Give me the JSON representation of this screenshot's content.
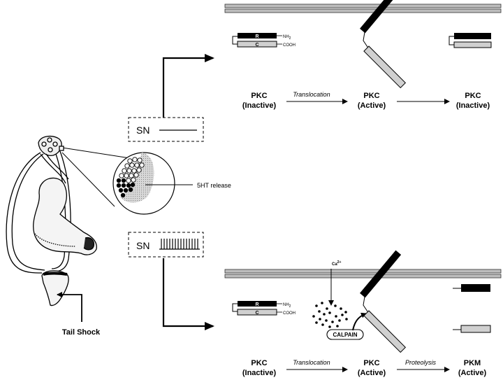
{
  "top_panel": {
    "stage1": {
      "line1": "PKC",
      "line2": "(Inactive)"
    },
    "stage2": {
      "line1": "PKC",
      "line2": "(Active)"
    },
    "stage3": {
      "line1": "PKC",
      "line2": "(Inactive)"
    },
    "arrow1_label": "Translocation",
    "reg_label": "R",
    "cat_label": "C",
    "nh2": "NH",
    "nh2_sub": "2",
    "cooh": "COOH"
  },
  "bottom_panel": {
    "stage1": {
      "line1": "PKC",
      "line2": "(Inactive)"
    },
    "stage2": {
      "line1": "PKC",
      "line2": "(Active)"
    },
    "stage3": {
      "line1": "PKM",
      "line2": "(Active)"
    },
    "arrow1_label": "Translocation",
    "arrow2_label": "Proteolysis",
    "calcium": "Ca",
    "calcium_sup": "2+",
    "calpain": "CALPAIN",
    "reg_label": "R",
    "cat_label": "C",
    "nh2": "NH",
    "nh2_sub": "2",
    "cooh": "COOH"
  },
  "neuron": {
    "sn_top": "SN",
    "sn_bottom": "SN",
    "release_label": "5HT release"
  },
  "animal": {
    "tail_shock": "Tail Shock"
  }
}
